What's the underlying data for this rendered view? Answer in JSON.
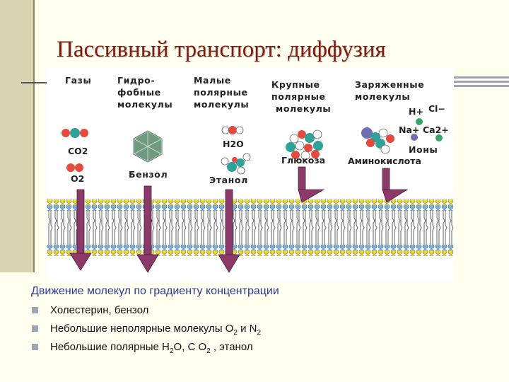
{
  "title": "Пассивный транспорт: диффузия",
  "figure": {
    "categories": [
      {
        "lines": [
          "Газы"
        ]
      },
      {
        "lines": [
          "Гидро-",
          "фобные",
          "молекулы"
        ]
      },
      {
        "lines": [
          "Малые",
          "полярные",
          "молекулы"
        ]
      },
      {
        "lines": [
          "Крупные",
          "полярные",
          "молекулы"
        ]
      },
      {
        "lines": [
          "Заряженные",
          "молекулы"
        ]
      }
    ],
    "molecules": {
      "co2": "CO2",
      "o2": "O2",
      "benzene": "Бензол",
      "h2o": "H2O",
      "ethanol": "Этанол",
      "glucose": "Глюкоза",
      "amino_acid": "Аминокислота",
      "ions_label": "Ионы",
      "ion_h": "H+",
      "ion_cl": "Cl−",
      "ion_na": "Na+",
      "ion_ca": "Ca2+"
    }
  },
  "text": {
    "heading": "Движение молекул по градиенту концентрации",
    "bullets": [
      {
        "parts": [
          "Холестерин, бензол"
        ]
      },
      {
        "parts": [
          "Небольшие неполярные молекулы O",
          "2",
          " и N",
          "2"
        ]
      },
      {
        "parts": [
          "Небольшие полярные H",
          "2",
          "O, C O",
          "2",
          " , этанол"
        ]
      }
    ]
  }
}
